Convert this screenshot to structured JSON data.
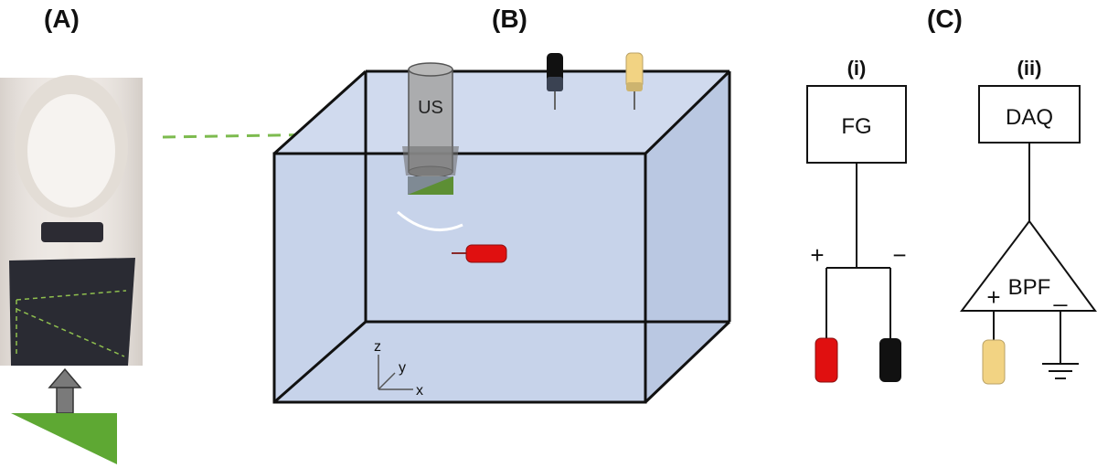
{
  "panels": {
    "a_label": "(A)",
    "b_label": "(B)",
    "c_label": "(C)"
  },
  "panel_b": {
    "transducer_label": "US",
    "axes": {
      "z": "z",
      "y": "y",
      "x": "x"
    }
  },
  "panel_c": {
    "sub_i": "(i)",
    "sub_ii": "(ii)",
    "fg_label": "FG",
    "daq_label": "DAQ",
    "bpf_label": "BPF",
    "plus": "+",
    "minus": "−",
    "bpf_plus": "+",
    "bpf_minus": "_"
  },
  "colors": {
    "tank_fill": "#c7d3ea",
    "arrow_green": "#7dbb4f",
    "wedge_green": "#5ea833",
    "electrode_red": "#e01010",
    "electrode_black": "#111111",
    "electrode_yellow": "#f2d383"
  }
}
